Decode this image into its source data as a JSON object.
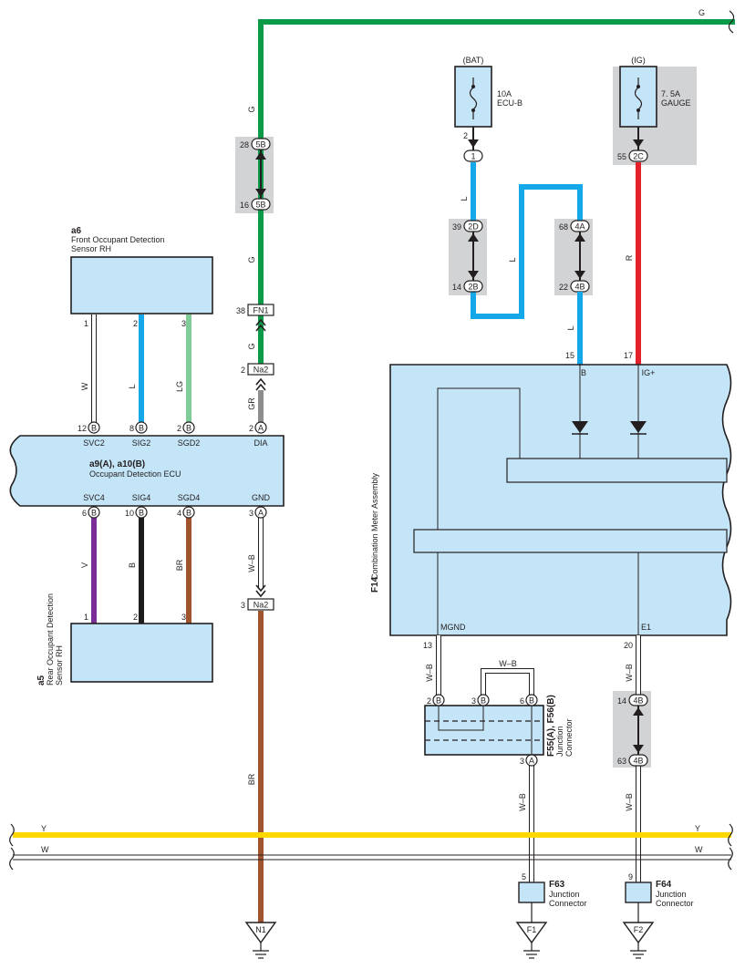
{
  "wire_colors": {
    "G": "#0a9a48",
    "L": "#15a8e8",
    "R": "#e4202b",
    "GR": "#8d8d8d",
    "W": "#ffffff",
    "LG": "#7fcc98",
    "V": "#7a2f97",
    "B": "#1c1c1c",
    "BR": "#a0542e",
    "WB": "#ffffff",
    "Y": "#ffd800"
  },
  "fills": {
    "component": "#c4e5f7",
    "connector_shade": "#d2d3d5"
  },
  "top_line": {
    "label": "G"
  },
  "fuses": [
    {
      "source": "(BAT)",
      "rating": "10A",
      "name": "ECU-B",
      "pin": "2",
      "connector": "1"
    },
    {
      "source": "(IG)",
      "rating": "7. 5A",
      "name": "GAUGE",
      "pin": "55",
      "connector": "2C"
    }
  ],
  "joints": {
    "five_b": {
      "pin_top": "28",
      "conn_top": "5B",
      "pin_bottom": "16",
      "conn_bottom": "5B"
    },
    "two_d_b": {
      "pin_top": "39",
      "conn_top": "2D",
      "pin_bottom": "14",
      "conn_bottom": "2B"
    },
    "four_a_b": {
      "pin_top": "68",
      "conn_top": "4A",
      "pin_bottom": "22",
      "conn_bottom": "4B"
    },
    "four_b": {
      "pin_top": "14",
      "conn_top": "4B",
      "pin_bottom": "63",
      "conn_bottom": "4B"
    }
  },
  "inline": {
    "fn1": {
      "pin": "38",
      "label": "FN1"
    },
    "na2_top": {
      "pin": "2",
      "label": "Na2"
    },
    "na2_bottom": {
      "pin": "3",
      "label": "Na2"
    }
  },
  "wire_labels": {
    "g1": "G",
    "g2": "G",
    "g3": "G",
    "gr": "GR",
    "br": "BR",
    "wb1": "W–B",
    "l1": "L",
    "l2": "L",
    "l3": "L",
    "r1": "R",
    "w_sensor": "W",
    "l_sensor": "L",
    "lg_sensor": "LG",
    "v_rear": "V",
    "b_rear": "B",
    "br_rear": "BR",
    "wb_mgnd": "W–B",
    "wb_e1": "W–B",
    "wb_jumper": "W–B",
    "wb_f63": "W–B",
    "wb_f64": "W–B"
  },
  "a6": {
    "code": "a6",
    "name_line1": "Front Occupant Detection",
    "name_line2": "Sensor RH",
    "pins": [
      "1",
      "2",
      "3"
    ]
  },
  "a5": {
    "code": "a5",
    "name_line1": "Rear Occupant Detection",
    "name_line2": "Sensor RH",
    "pins": [
      "1",
      "2",
      "3"
    ]
  },
  "ecu": {
    "code": "a9(A), a10(B)",
    "name": "Occupant Detection ECU",
    "top_pins": [
      {
        "pin": "12",
        "conn": "B",
        "term": "SVC2"
      },
      {
        "pin": "8",
        "conn": "B",
        "term": "SIG2"
      },
      {
        "pin": "2",
        "conn": "B",
        "term": "SGD2"
      },
      {
        "pin": "2",
        "conn": "A",
        "term": "DIA"
      }
    ],
    "bottom_pins": [
      {
        "pin": "6",
        "conn": "B",
        "term": "SVC4"
      },
      {
        "pin": "10",
        "conn": "B",
        "term": "SIG4"
      },
      {
        "pin": "4",
        "conn": "B",
        "term": "SGD4"
      },
      {
        "pin": "3",
        "conn": "A",
        "term": "GND"
      }
    ]
  },
  "meter": {
    "code": "F14",
    "name": "Combination Meter Assembly",
    "pin_b": "15",
    "term_b": "B",
    "pin_ig": "17",
    "term_ig": "IG+",
    "pin_mgnd": "13",
    "term_mgnd": "MGND",
    "pin_e1": "20",
    "term_e1": "E1"
  },
  "junction": {
    "code": "F55(A), F56(B)",
    "name_line1": "Junction",
    "name_line2": "Connector",
    "pins": [
      {
        "pin": "2",
        "conn": "B"
      },
      {
        "pin": "3",
        "conn": "B"
      },
      {
        "pin": "6",
        "conn": "B"
      }
    ],
    "out_pin": "3",
    "out_conn": "A"
  },
  "bus": {
    "y": "Y",
    "w": "W"
  },
  "f63": {
    "code": "F63",
    "name_line1": "Junction",
    "name_line2": "Connector",
    "pin": "5"
  },
  "f64": {
    "code": "F64",
    "name_line1": "Junction",
    "name_line2": "Connector",
    "pin": "9"
  },
  "grounds": [
    "N1",
    "F1",
    "F2"
  ]
}
